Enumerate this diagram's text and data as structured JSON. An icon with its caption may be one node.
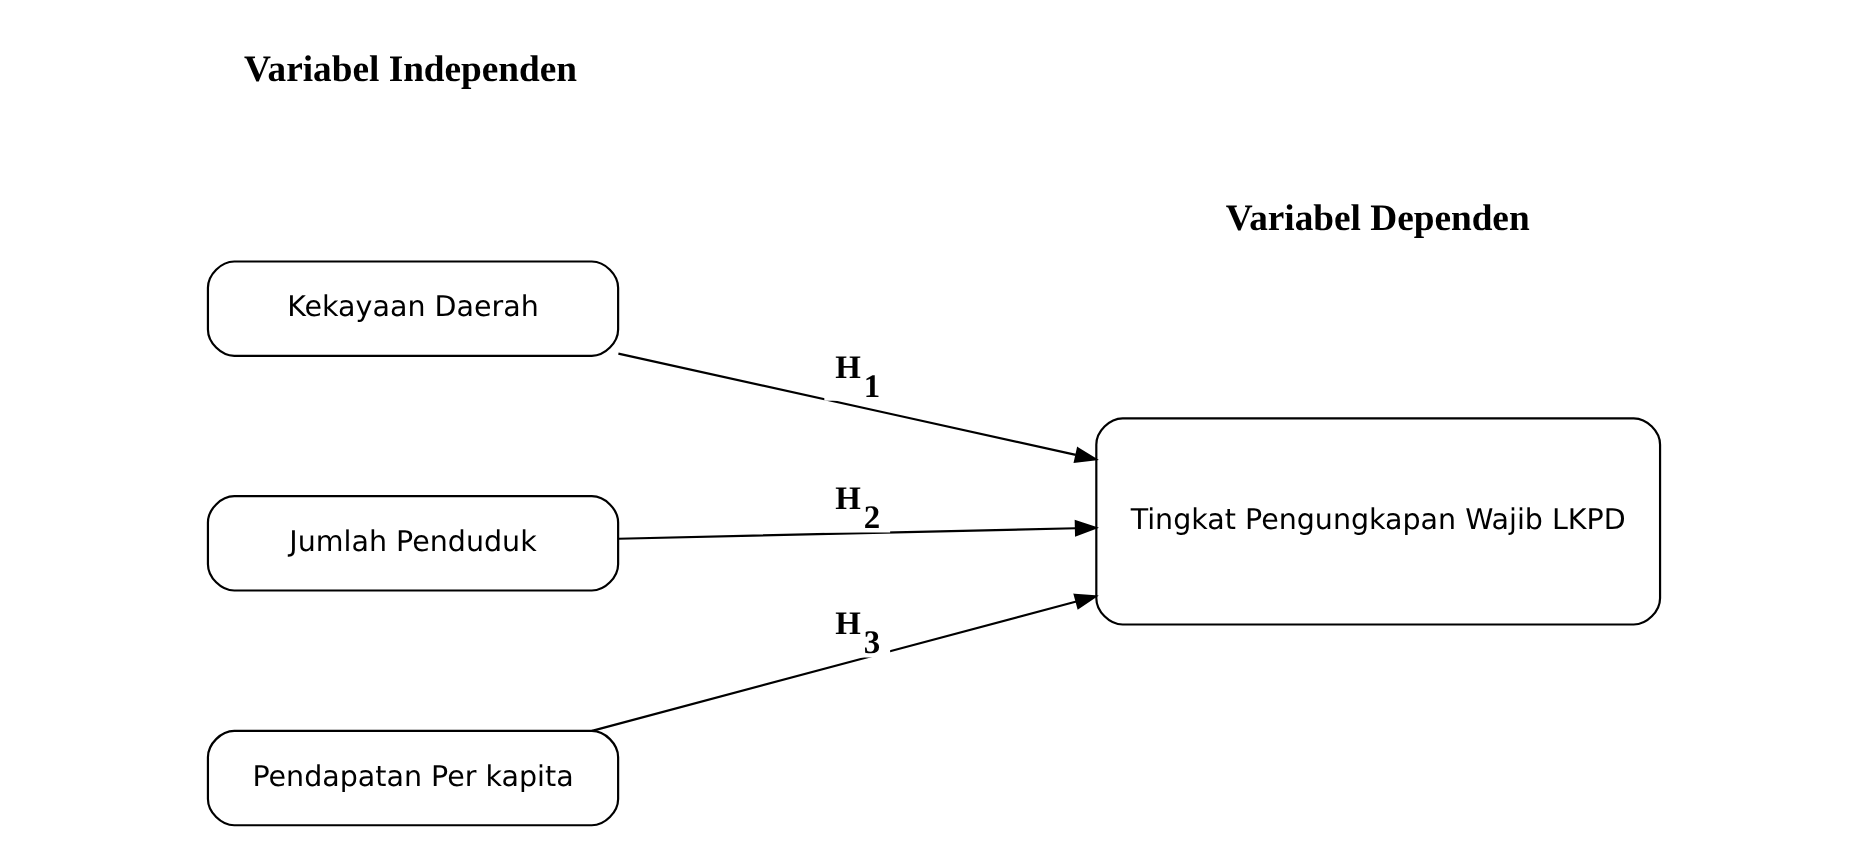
{
  "diagram": {
    "nodes": [
      {
        "text": [
          "Kekayaan Daerah"
        ]
      },
      {
        "text": [
          "Jumlah Penduduk"
        ]
      },
      {
        "text": [
          "Pendapatan Per kapita"
        ]
      },
      {
        "text": [
          "Tingkat Pengungkapan Wajib LKPD"
        ]
      }
    ],
    "edges": [
      {
        "from": 0,
        "to": 3,
        "arrow": "to",
        "label": "H$_{1}$"
      },
      {
        "from": 1,
        "to": 3,
        "arrow": "to",
        "label": "H$_{2}$"
      },
      {
        "from": 2,
        "to": 3,
        "arrow": "to",
        "label": "H$_{3}$"
      }
    ],
    "labels": [
      "Variabel Independen",
      "Variabel Dependen"
    ]
  }
}
